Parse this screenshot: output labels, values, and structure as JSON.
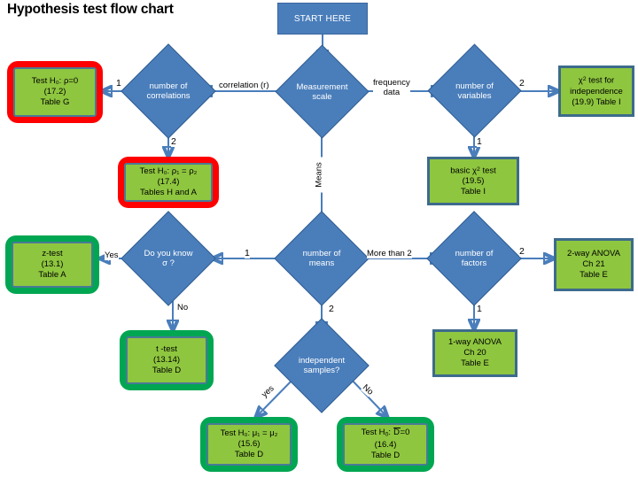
{
  "title": "Hypothesis test flow chart",
  "theme": {
    "blue_fill": "#4a7ebb",
    "blue_border": "#3a669c",
    "green_fill": "#8ec63f",
    "green_ring": "#00a651",
    "red_ring": "#ff0000",
    "box_border": "#3d6b8c",
    "connector": "#4a7ebb",
    "text_dark": "#000000",
    "text_light": "#ffffff",
    "background": "#ffffff"
  },
  "nodes": {
    "start": {
      "label": "START HERE",
      "shape": "rectangle",
      "style": "blue"
    },
    "measurement_scale": {
      "label": "Measurement scale",
      "line1": "Measurement",
      "line2": "scale",
      "shape": "diamond"
    },
    "number_of_correlations": {
      "label": "number of correlations",
      "line1": "number of",
      "line2": "correlations",
      "shape": "diamond"
    },
    "number_of_variables": {
      "label": "number of variables",
      "line1": "number of",
      "line2": "variables",
      "shape": "diamond"
    },
    "number_of_means": {
      "label": "number of means",
      "line1": "number  of",
      "line2": "means",
      "shape": "diamond"
    },
    "number_of_factors": {
      "label": "number of factors",
      "line1": "number of",
      "line2": "factors",
      "shape": "diamond"
    },
    "do_you_know_sigma": {
      "label": "Do you know σ ?",
      "line1": "Do you know",
      "line2": "σ ?",
      "shape": "diamond"
    },
    "independent_samples": {
      "label": "independent samples?",
      "line1": "independent",
      "line2": "samples?",
      "shape": "diamond"
    },
    "test_rho_zero": {
      "line1": "Test H₀: ρ=0",
      "line2": "(17.2)",
      "line3": "Table G",
      "ring": "red"
    },
    "test_rho1_rho2": {
      "line1": "Test H₀: ρ₁ = ρ₂",
      "line2": "(17.4)",
      "line3": "Tables H and A",
      "ring": "red"
    },
    "chi_independence": {
      "line1": "χ² test for",
      "line2": "independence",
      "line3": "(19.9) Table I",
      "ring": "none"
    },
    "chi_basic": {
      "line1": "basic χ² test",
      "line2": "(19.5)",
      "line3": "Table I",
      "ring": "none"
    },
    "z_test": {
      "line1": "z-test",
      "line2": "(13.1)",
      "line3": "Table A",
      "ring": "green"
    },
    "t_test": {
      "line1": "t -test",
      "line2": "(13.14)",
      "line3": "Table D",
      "ring": "green"
    },
    "two_way_anova": {
      "line1": "2-way ANOVA",
      "line2": "Ch 21",
      "line3": "Table E",
      "ring": "none"
    },
    "one_way_anova": {
      "line1": "1-way ANOVA",
      "line2": "Ch 20",
      "line3": "Table E",
      "ring": "none"
    },
    "test_mu1_mu2": {
      "line1": "Test H₀: μ₁ = μ₂",
      "line2": "(15.6)",
      "line3": "Table D",
      "ring": "green"
    },
    "test_dbar_zero": {
      "line1": "Test H₀: D=0",
      "line2": "(16.4)",
      "line3": "Table D",
      "ring": "green"
    }
  },
  "edge_labels": {
    "correlation_r": "correlation (r)",
    "frequency_data": "frequency data",
    "frequency_line1": "frequency",
    "frequency_line2": "data",
    "means": "Means",
    "corr_one": "1",
    "corr_two": "2",
    "vars_two": "2",
    "vars_one": "1",
    "means_one": "1",
    "means_two": "2",
    "more_than_two": "More than 2",
    "factors_two": "2",
    "factors_one": "1",
    "yes_sigma": "Yes",
    "no_sigma": "No",
    "yes_independent": "yes",
    "no_independent": "No"
  }
}
